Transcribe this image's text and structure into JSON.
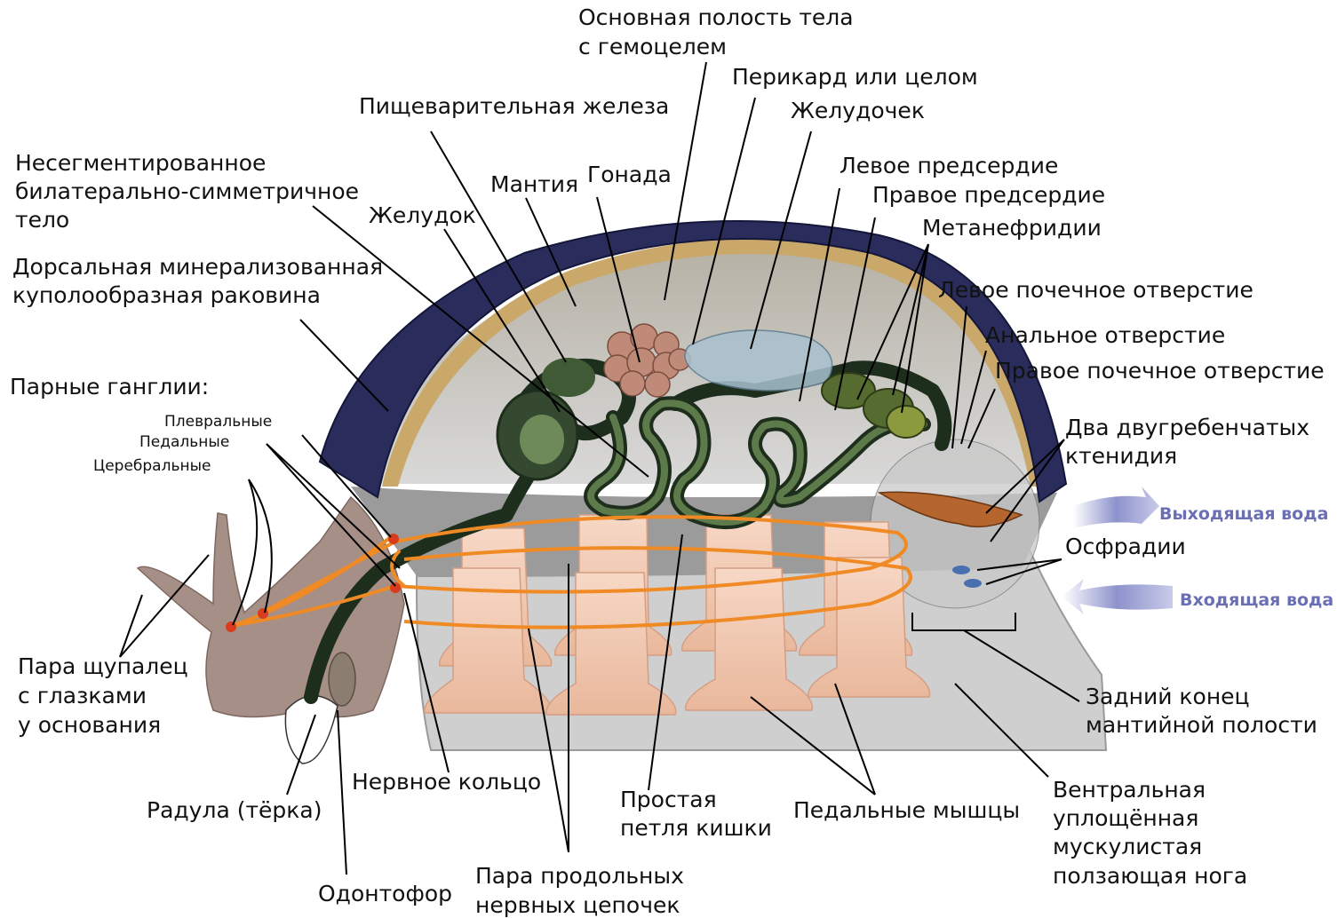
{
  "labels": {
    "body_cavity_1": "Основная полость тела",
    "body_cavity_2": "с гемоцелем",
    "pericardium": "Перикард или целом",
    "digestive_gland": "Пищеварительная железа",
    "ventricle": "Желудочек",
    "unsegmented_1": "Несегментированное",
    "unsegmented_2": "билатерально-симметричное",
    "unsegmented_3": "тело",
    "mantle": "Мантия",
    "gonad": "Гонада",
    "left_atrium": "Левое предсердие",
    "right_atrium": "Правое предсердие",
    "stomach": "Желудок",
    "metanephridia": "Метанефридии",
    "shell_1": "Дорсальная минерализованная",
    "shell_2": "куполообразная раковина",
    "left_renal": "Левое почечное отверстие",
    "anal": "Анальное отверстие",
    "right_renal": "Правое почечное отверстие",
    "paired_ganglia": "Парные ганглии:",
    "pleural": "Плевральные",
    "pedal_ganglia": "Педальные",
    "cerebral": "Церебральные",
    "ctenidia_1": "Два двугребенчатых",
    "ctenidia_2": "ктенидия",
    "outgoing_water": "Выходящая вода",
    "osphradia": "Осфрадии",
    "incoming_water": "Входящая вода",
    "tentacles_1": "Пара щупалец",
    "tentacles_2": "с глазками",
    "tentacles_3": "у основания",
    "mantle_cavity_1": "Задний конец",
    "mantle_cavity_2": "мантийной полости",
    "nerve_ring": "Нервное кольцо",
    "radula": "Радула (тёрка)",
    "gut_loop_1": "Простая",
    "gut_loop_2": "петля кишки",
    "pedal_muscles": "Педальные мышцы",
    "foot_1": "Вентральная",
    "foot_2": "уплощённая",
    "foot_3": "мускулистая",
    "foot_4": "ползающая нога",
    "odontophore": "Одонтофор",
    "nerve_cords_1": "Пара продольных",
    "nerve_cords_2": "нервных цепочек"
  },
  "colors": {
    "shell": "#2a2d5c",
    "shell_inner": "#c9a86a",
    "body_wall": "#8f8f8f",
    "cavity": "#bdbdbd",
    "foot": "#cfcfcf",
    "gut": "#2b3d28",
    "nerve": "#f08a24",
    "muscle": "#f3cdb8",
    "head": "#a58f86",
    "gonad": "#c08a78",
    "water_arrow": "#7a80c0"
  }
}
